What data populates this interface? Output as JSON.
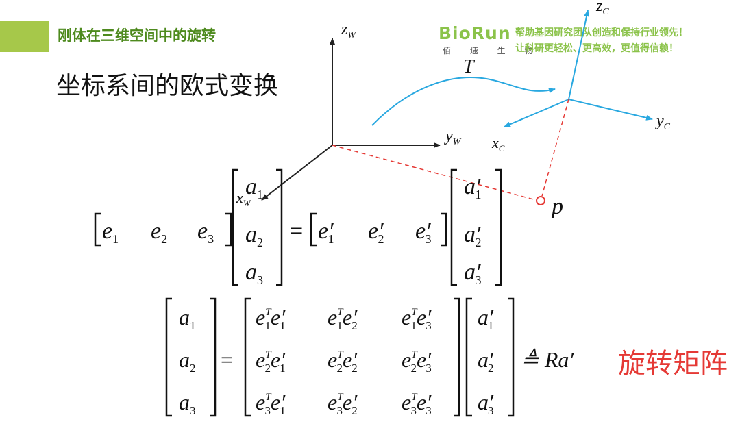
{
  "slide": {
    "title": "刚体在三维空间中的旋转",
    "subtitle": "坐标系间的欧式变换",
    "rotation_matrix_label": "旋转矩阵"
  },
  "logo": {
    "brand": "BioRun",
    "chinese": "佰 速 生 物",
    "slogan_line1": "帮助基因研究团队创造和保持行业领先！",
    "slogan_line2": "让科研更轻松、更高效，更值得信赖！"
  },
  "diagram": {
    "world_frame": {
      "z_label": "z",
      "z_sub": "W",
      "y_label": "y",
      "y_sub": "W",
      "x_label": "x",
      "x_sub": "W"
    },
    "camera_frame": {
      "z_label": "z",
      "z_sub": "C",
      "y_label": "y",
      "y_sub": "C",
      "x_label": "x",
      "x_sub": "C"
    },
    "transform_label": "T",
    "point_label": "p"
  },
  "equation": {
    "defeq": "≜ Ra′"
  },
  "colors": {
    "accent_green": "#a6c84a",
    "title_green": "#4e8a1e",
    "curve_cyan": "#29a8e0",
    "dash_red": "#e53935"
  }
}
